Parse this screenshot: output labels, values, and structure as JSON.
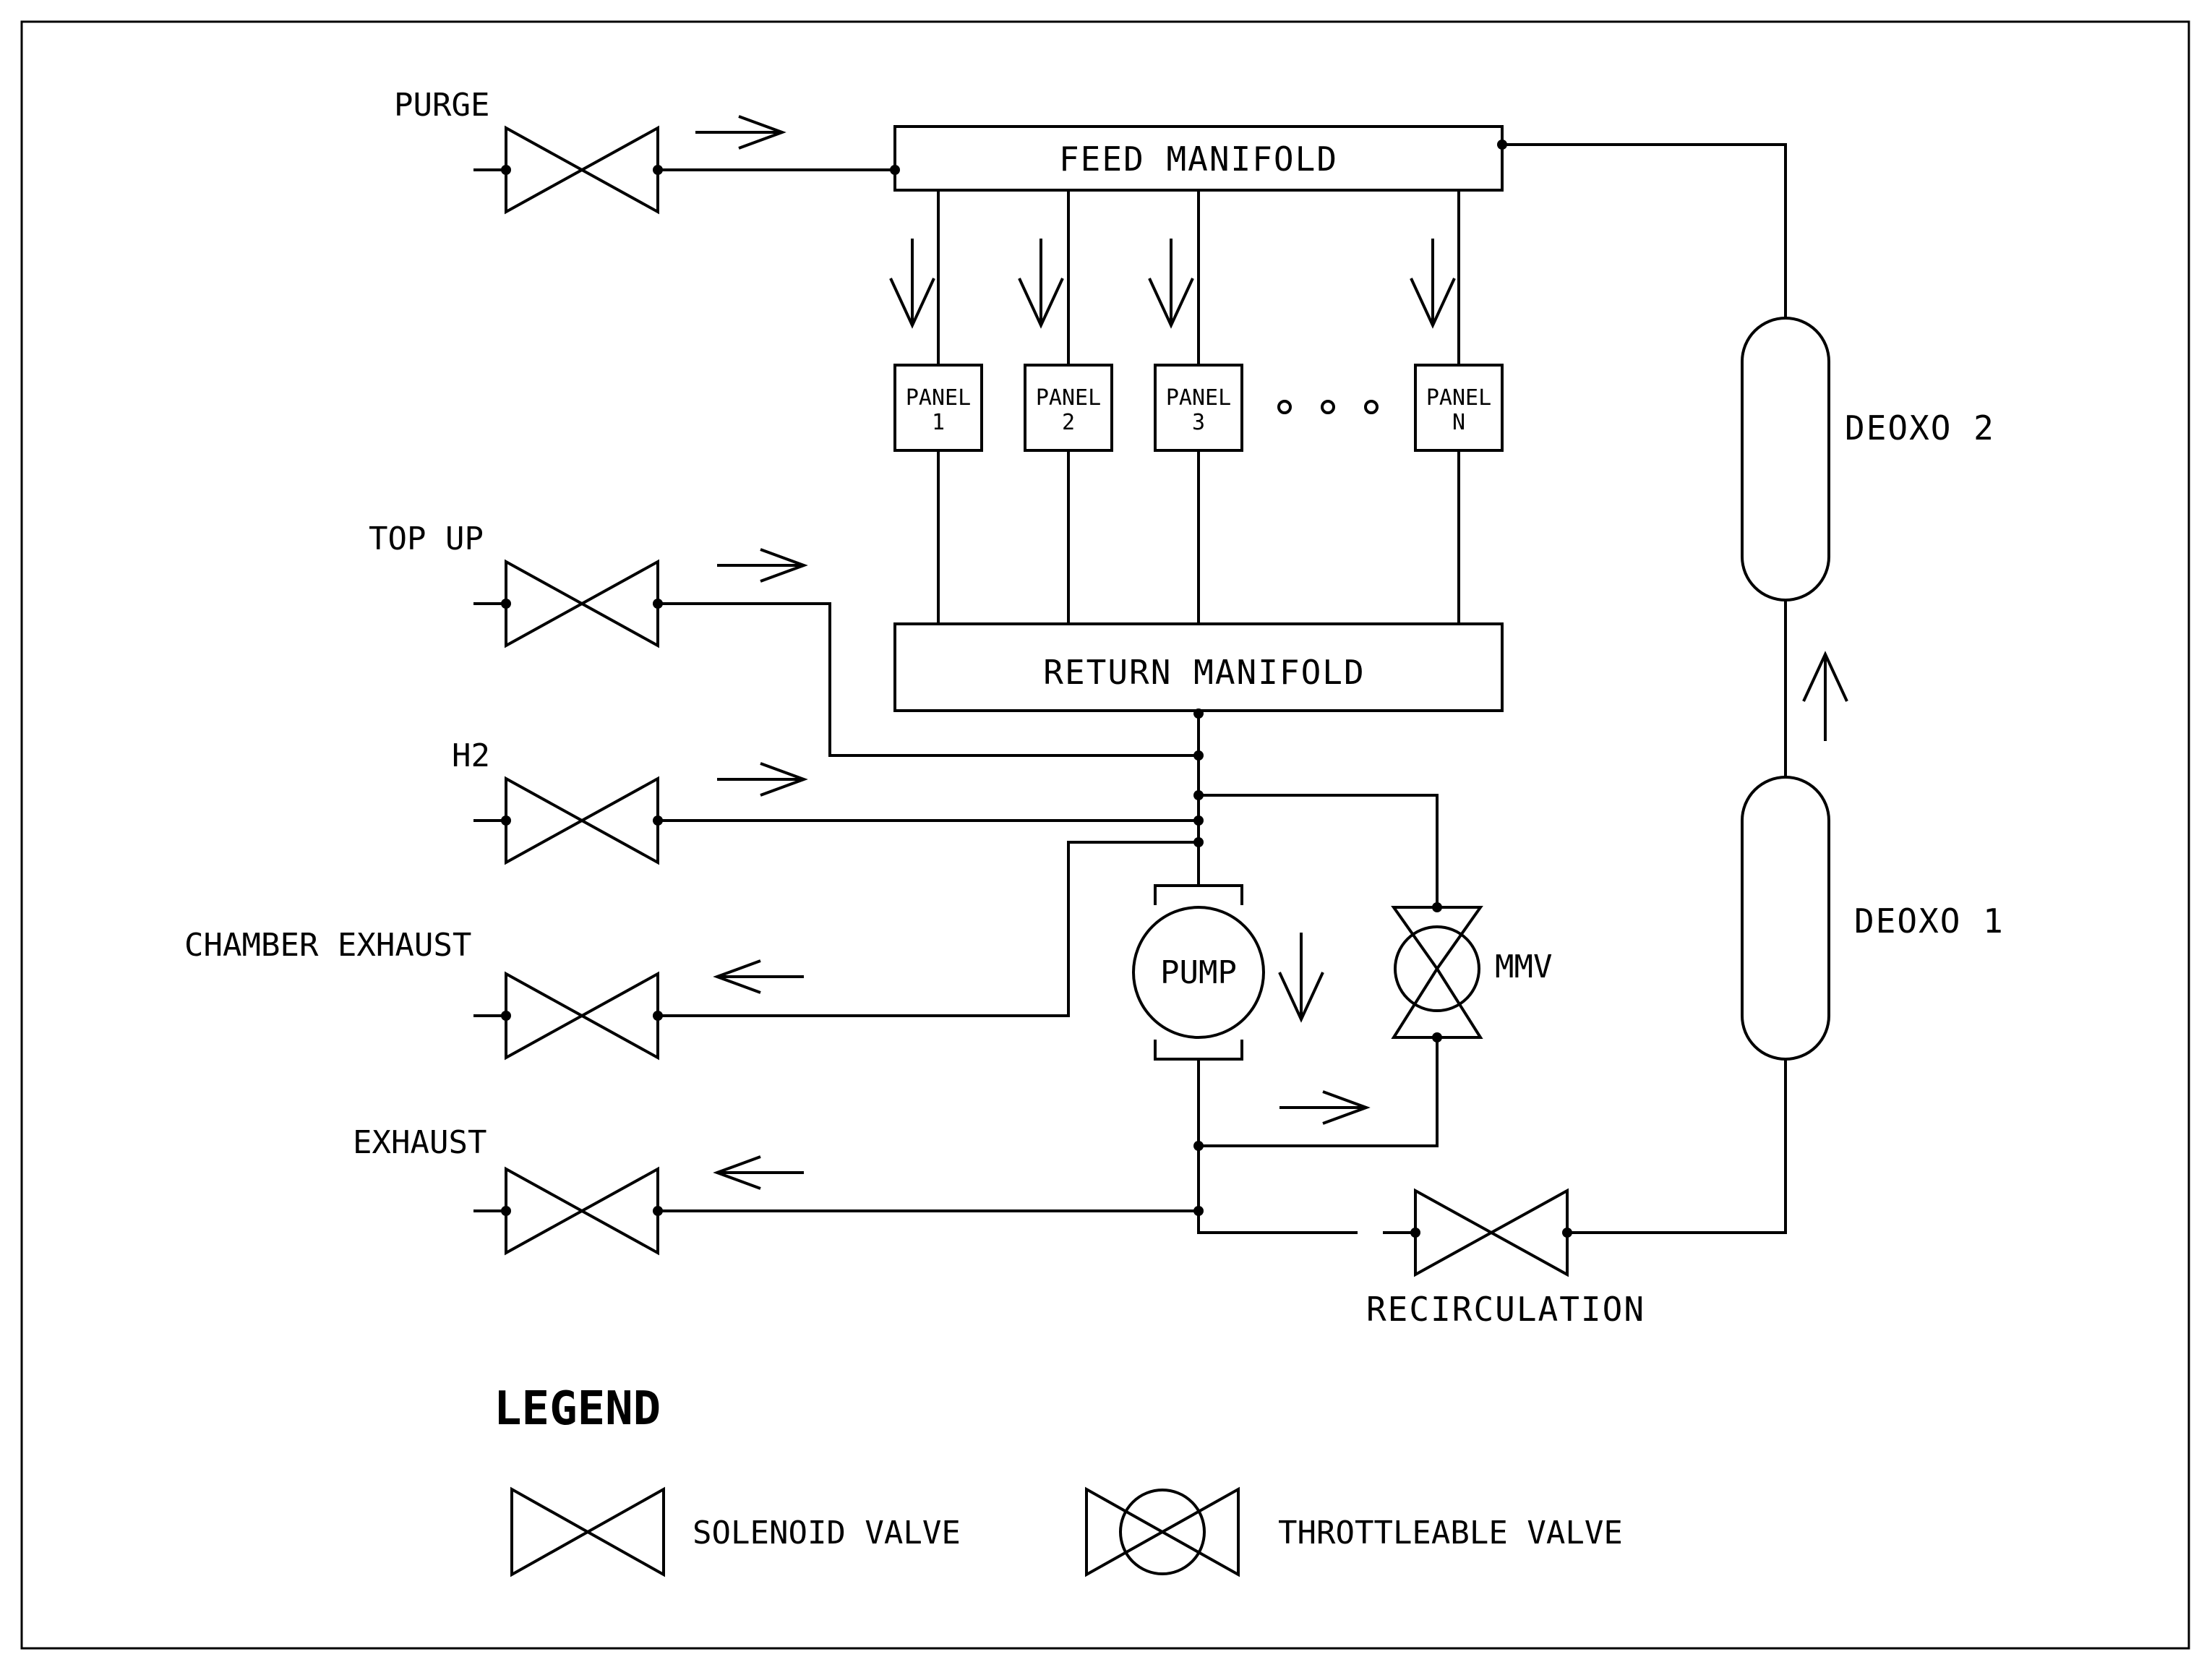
{
  "labels": {
    "purge": "PURGE",
    "top_up": "TOP UP",
    "h2": "H2",
    "chamber_exhaust": "CHAMBER EXHAUST",
    "exhaust": "EXHAUST",
    "feed_manifold": "FEED MANIFOLD",
    "return_manifold": "RETURN MANIFOLD",
    "panels": [
      {
        "line1": "PANEL",
        "line2": "1"
      },
      {
        "line1": "PANEL",
        "line2": "2"
      },
      {
        "line1": "PANEL",
        "line2": "3"
      },
      {
        "line1": "PANEL",
        "line2": "N"
      }
    ],
    "deoxo_2": "DEOXO 2",
    "deoxo_1": "DEOXO 1",
    "pump": "PUMP",
    "mmv": "MMV",
    "recirculation": "RECIRCULATION"
  },
  "legend": {
    "title": "LEGEND",
    "solenoid": "SOLENOID VALVE",
    "throttleable": "THROTTLEABLE VALVE"
  }
}
